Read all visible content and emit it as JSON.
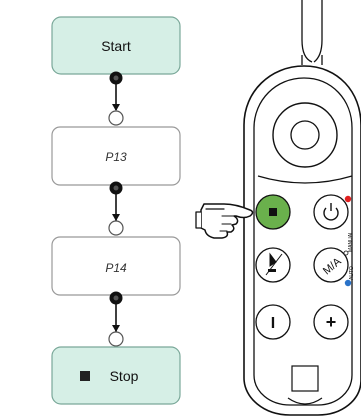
{
  "flow": {
    "start_label": "Start",
    "step1_label": "P13",
    "step2_label": "P14",
    "stop_label": "Stop"
  },
  "remote": {
    "small_label_manual": "MANUAL",
    "small_label_auto": "AUTO",
    "ma_label": "M/A",
    "minus_label": "I",
    "plus_label": "+",
    "indicator_red": "#e02020",
    "indicator_blue": "#2a72c8",
    "stop_button_color": "#6ab04c"
  },
  "colors": {
    "terminal_fill": "#d6efe6",
    "terminal_stroke": "#7aa899",
    "step_stroke": "#999999"
  }
}
